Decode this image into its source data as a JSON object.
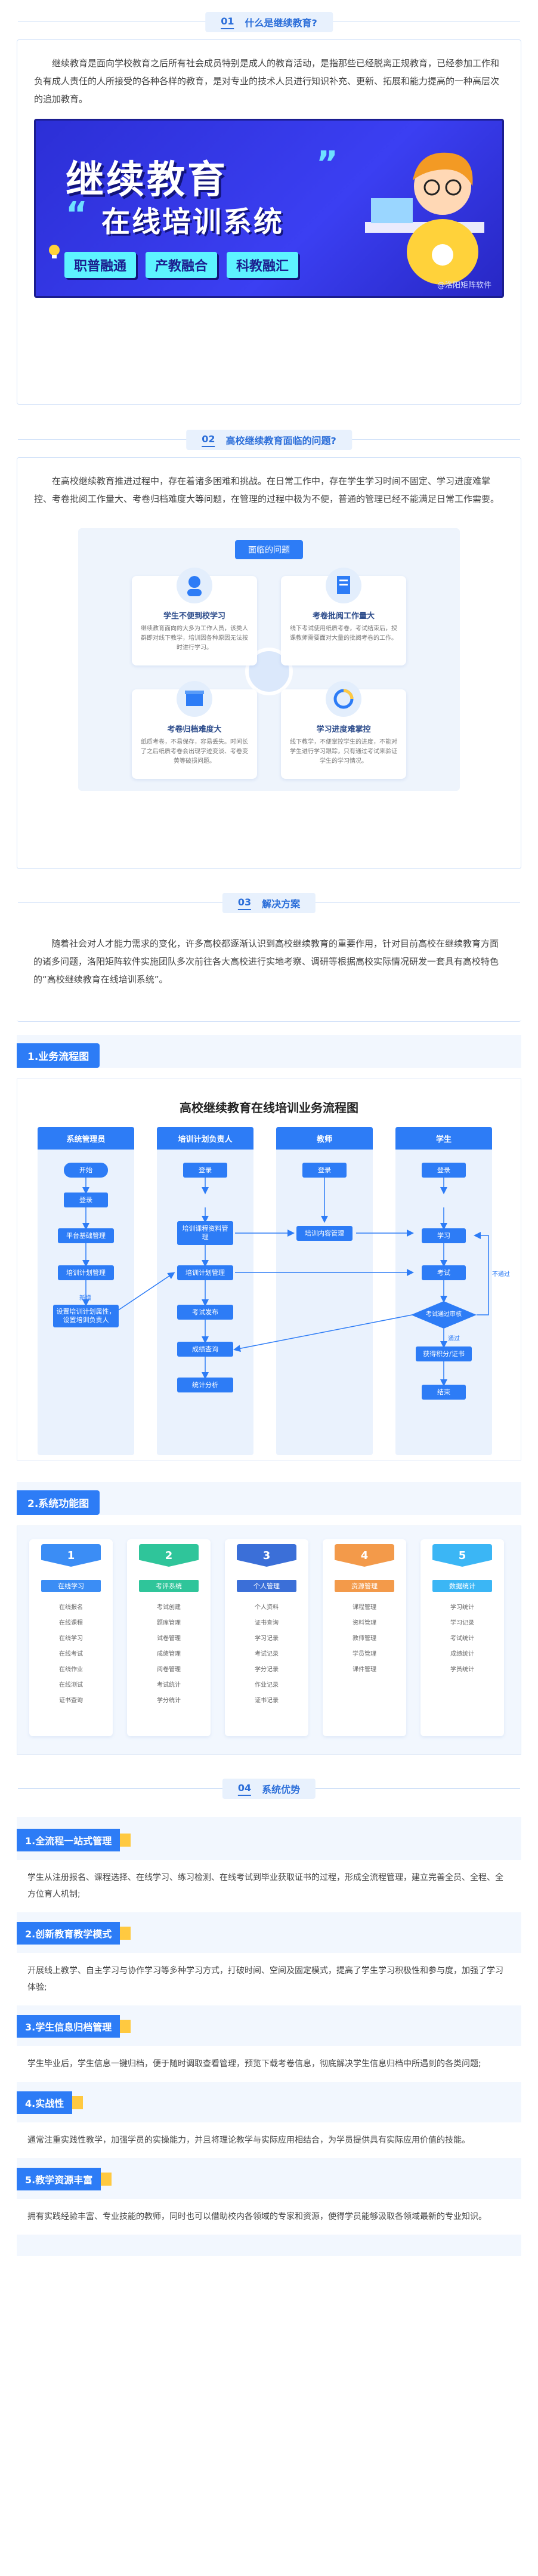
{
  "sections": {
    "s1": {
      "num": "01",
      "title": "什么是继续教育?"
    },
    "s2": {
      "num": "02",
      "title": "高校继续教育面临的问题?"
    },
    "s3": {
      "num": "03",
      "title": "解决方案"
    },
    "s4": {
      "num": "04",
      "title": "系统优势"
    }
  },
  "intro": {
    "text": "继续教育是面向学校教育之后所有社会成员特别是成人的教育活动，是指那些已经脱离正规教育，已经参加工作和负有成人责任的人所接受的各种各样的教育，是对专业的技术人员进行知识补充、更新、拓展和能力提高的一种高层次的追加教育。"
  },
  "banner": {
    "line1": "继续教育",
    "line2": "在线培训系统",
    "tags": [
      "职普融通",
      "产教融合",
      "科教融汇"
    ],
    "watermark": "@洛阳矩阵软件"
  },
  "problems": {
    "text": "在高校继续教育推进过程中，存在着诸多困难和挑战。在日常工作中，存在学生学习时间不固定、学习进度难掌控、考卷批阅工作量大、考卷归档难度大等问题，在管理的过程中极为不便，普通的管理已经不能满足日常工作需要。",
    "diagram_title": "面临的问题",
    "items": [
      {
        "title": "学生不便到校学习",
        "desc": "继续教育面向的大多为工作人员，该类人群即对线下教学，培训因各种原因无法按时进行学习。"
      },
      {
        "title": "考卷批阅工作量大",
        "desc": "线下考试使用纸质考卷，考试结束后，授课教师需要面对大量的批阅考卷的工作。"
      },
      {
        "title": "考卷归档难度大",
        "desc": "纸质考卷，不易保存，容易丢失。时间长了之后纸质考卷会出现字迹变淡、考卷变黄等破损问题。"
      },
      {
        "title": "学习进度难掌控",
        "desc": "线下教学，不便掌控学生的进度，不能对学生进行学习跟踪，只有通过考试来验证学生的学习情况。"
      }
    ]
  },
  "solution": {
    "text": "随着社会对人才能力需求的变化，许多高校都逐渐认识到高校继续教育的重要作用，针对目前高校在继续教育方面的诸多问题，洛阳矩阵软件实施团队多次前往各大高校进行实地考察、调研等根据高校实际情况研发一套具有高校特色的“高校继续教育在线培训系统”。"
  },
  "flow": {
    "tab": "1.业务流程图",
    "title": "高校继续教育在线培训业务流程图",
    "lanes": [
      "系统管理员",
      "培训计划负责人",
      "教师",
      "学生"
    ],
    "admin_nodes": [
      "开始",
      "登录",
      "平台基础管理",
      "培训计划管理",
      "设置培训计划属性，设置培训负责人"
    ],
    "admin_note": "新增",
    "manager_nodes": [
      "登录",
      "培训课程资料管理",
      "培训计划管理",
      "考试发布",
      "成绩查询",
      "统计分析"
    ],
    "teacher_nodes": [
      "登录",
      "培训内容管理"
    ],
    "student_nodes": [
      "登录",
      "学习",
      "考试",
      "考试通过审核",
      "获得积分/证书",
      "结束"
    ],
    "labels": {
      "fail": "不通过",
      "pass": "通过"
    }
  },
  "functions": {
    "tab": "2.系统功能图",
    "columns": [
      {
        "num": "1",
        "title": "在线学习",
        "color": "#3b8df5",
        "items": [
          "在线报名",
          "在线课程",
          "在线学习",
          "在线考试",
          "在线作业",
          "在线测试",
          "证书查询"
        ]
      },
      {
        "num": "2",
        "title": "考评系统",
        "color": "#2fc59a",
        "items": [
          "考试创建",
          "题库管理",
          "试卷管理",
          "成绩管理",
          "阅卷管理",
          "考试统计",
          "学分统计"
        ]
      },
      {
        "num": "3",
        "title": "个人管理",
        "color": "#3b6fd8",
        "items": [
          "个人资料",
          "证书查询",
          "学习记录",
          "考试记录",
          "学分记录",
          "作业记录",
          "证书记录"
        ]
      },
      {
        "num": "4",
        "title": "资源管理",
        "color": "#f39a4a",
        "items": [
          "课程管理",
          "资料管理",
          "教师管理",
          "学员管理",
          "课件管理"
        ]
      },
      {
        "num": "5",
        "title": "数据统计",
        "color": "#3bb6f5",
        "items": [
          "学习统计",
          "学习记录",
          "考试统计",
          "成绩统计",
          "学员统计"
        ]
      }
    ]
  },
  "advantages": [
    {
      "title": "1.全流程一站式管理",
      "text": "学生从注册报名、课程选择、在线学习、练习检测、在线考试到毕业获取证书的过程，形成全流程管理，建立完善全员、全程、全方位育人机制;"
    },
    {
      "title": "2.创新教育教学模式",
      "text": "开展线上教学、自主学习与协作学习等多种学习方式，打破时间、空间及固定模式，提高了学生学习积极性和参与度，加强了学习体验;"
    },
    {
      "title": "3.学生信息归档管理",
      "text": "学生毕业后，学生信息一键归档，便于随时调取查看管理，预览下载考卷信息，彻底解决学生信息归档中所遇到的各类问题;"
    },
    {
      "title": "4.实战性",
      "text": "通常注重实践性教学，加强学员的实操能力，并且将理论教学与实际应用相结合，为学员提供具有实际应用价值的技能。"
    },
    {
      "title": "5.教学资源丰富",
      "text": "拥有实践经验丰富、专业技能的教师，同时也可以借助校内各领域的专家和资源，使得学员能够汲取各领域最新的专业知识。"
    }
  ],
  "colors": {
    "primary": "#2d7cf6",
    "accent": "#ffc940",
    "banner": "#3b3ff2"
  }
}
